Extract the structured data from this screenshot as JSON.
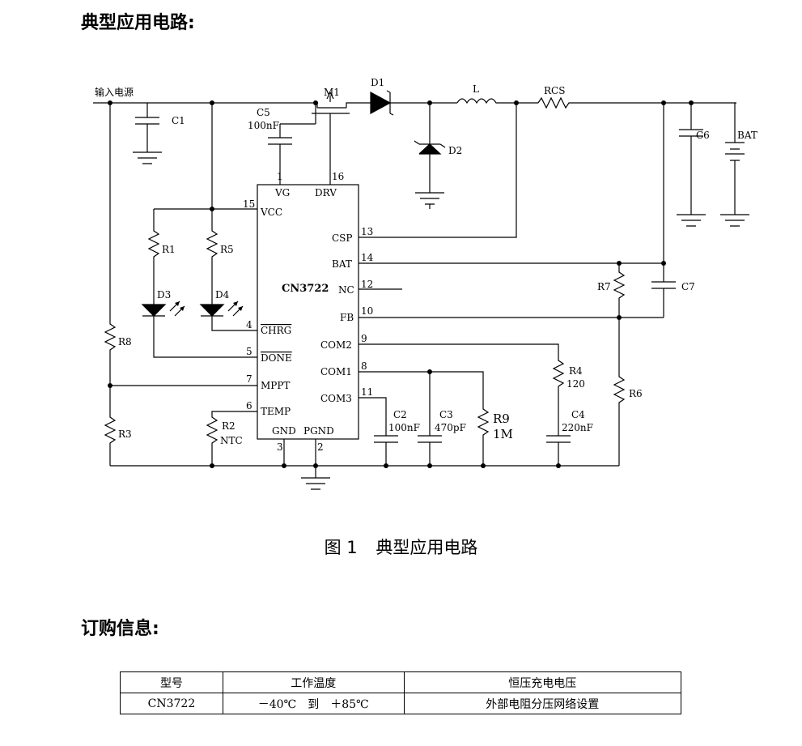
{
  "headings": {
    "application": "典型应用电路:",
    "ordering": "订购信息:"
  },
  "caption": {
    "number": "图 1",
    "text": "典型应用电路"
  },
  "circuit": {
    "chip_name": "CN3722",
    "input_label": "输入电源",
    "components": {
      "C1": "C1",
      "C5": "C5",
      "C5_val": "100nF",
      "M1": "M1",
      "D1": "D1",
      "L": "L",
      "RCS": "RCS",
      "D2": "D2",
      "C6": "C6",
      "BAT": "BAT",
      "R1": "R1",
      "R5": "R5",
      "D3": "D3",
      "D4": "D4",
      "R8": "R8",
      "R3": "R3",
      "R2": "R2",
      "R2_val": "NTC",
      "C2": "C2",
      "C2_val": "100nF",
      "C3": "C3",
      "C3_val": "470pF",
      "R9": "R9",
      "R9_val": "1M",
      "R4": "R4",
      "R4_val": "120",
      "C4": "C4",
      "C4_val": "220nF",
      "R6": "R6",
      "R7": "R7",
      "C7": "C7"
    },
    "pins": {
      "VG": "VG",
      "DRV": "DRV",
      "VCC": "VCC",
      "CSP": "CSP",
      "BAT": "BAT",
      "NC": "NC",
      "FB": "FB",
      "COM2": "COM2",
      "COM1": "COM1",
      "COM3": "COM3",
      "CHRG": "CHRG",
      "DONE": "DONE",
      "MPPT": "MPPT",
      "TEMP": "TEMP",
      "GND": "GND",
      "PGND": "PGND"
    },
    "pin_numbers": {
      "p1": "1",
      "p16": "16",
      "p15": "15",
      "p13": "13",
      "p14": "14",
      "p12": "12",
      "p10": "10",
      "p9": "9",
      "p8": "8",
      "p11": "11",
      "p4": "4",
      "p5": "5",
      "p7": "7",
      "p6": "6",
      "p3": "3",
      "p2": "2"
    }
  },
  "ordering_table": {
    "headers": [
      "型号",
      "工作温度",
      "恒压充电电压"
    ],
    "rows": [
      [
        "CN3722",
        "－40℃　到　＋85℃",
        "外部电阻分压网络设置"
      ]
    ]
  }
}
